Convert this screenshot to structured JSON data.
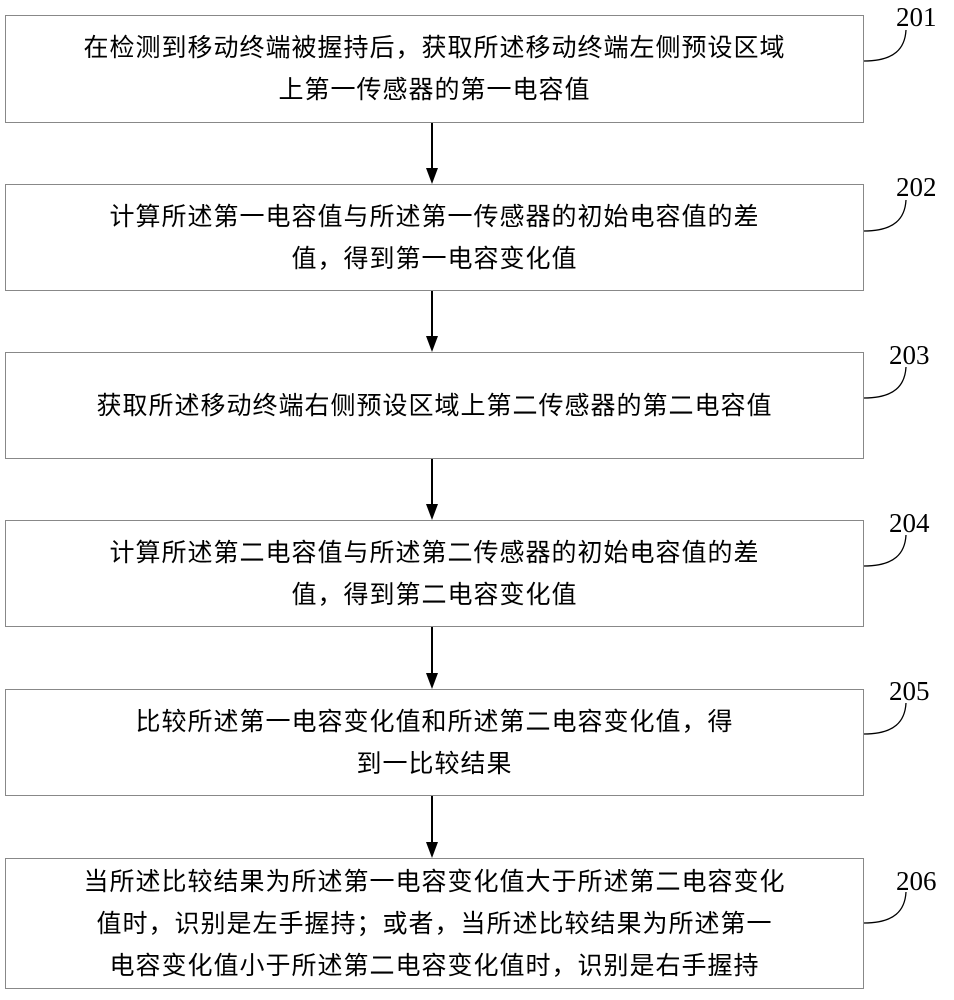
{
  "flowchart": {
    "steps": [
      {
        "id": "201",
        "text": "在检测到移动终端被握持后，获取所述移动终端左侧预设区域上第一传感器的第一电容值",
        "lines": [
          "在检测到移动终端被握持后，获取所述移动终端左侧预设区域",
          "上第一传感器的第一电容值"
        ]
      },
      {
        "id": "202",
        "text": "计算所述第一电容值与所述第一传感器的初始电容值的差值，得到第一电容变化值",
        "lines": [
          "计算所述第一电容值与所述第一传感器的初始电容值的差",
          "值，得到第一电容变化值"
        ]
      },
      {
        "id": "203",
        "text": "获取所述移动终端右侧预设区域上第二传感器的第二电容值",
        "lines": [
          "获取所述移动终端右侧预设区域上第二传感器的第二电容值"
        ]
      },
      {
        "id": "204",
        "text": "计算所述第二电容值与所述第二传感器的初始电容值的差值，得到第二电容变化值",
        "lines": [
          "计算所述第二电容值与所述第二传感器的初始电容值的差",
          "值，得到第二电容变化值"
        ]
      },
      {
        "id": "205",
        "text": "比较所述第一电容变化值和所述第二电容变化值，得到一比较结果",
        "lines": [
          "比较所述第一电容变化值和所述第二电容变化值，得",
          "到一比较结果"
        ]
      },
      {
        "id": "206",
        "text": "当所述比较结果为所述第一电容变化值大于所述第二电容变化值时，识别是左手握持；或者，当所述比较结果为所述第一电容变化值小于所述第二电容变化值时，识别是右手握持",
        "lines": [
          "当所述比较结果为所述第一电容变化值大于所述第二电容变化",
          "值时，识别是左手握持；或者，当所述比较结果为所述第一",
          "电容变化值小于所述第二电容变化值时，识别是右手握持"
        ]
      }
    ],
    "edges": [
      {
        "from": "201",
        "to": "202"
      },
      {
        "from": "202",
        "to": "203"
      },
      {
        "from": "203",
        "to": "204"
      },
      {
        "from": "204",
        "to": "205"
      },
      {
        "from": "205",
        "to": "206"
      }
    ]
  }
}
